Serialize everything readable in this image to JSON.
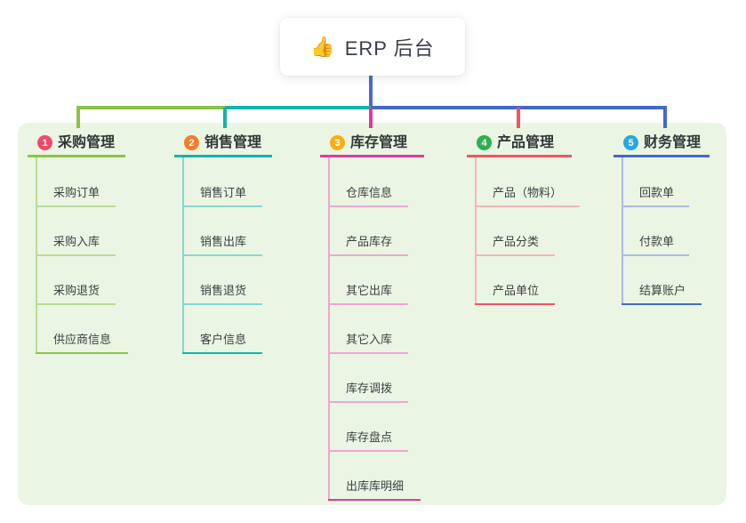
{
  "root": {
    "icon": "thumbs-up-icon",
    "icon_glyph": "👍",
    "label": "ERP 后台"
  },
  "connector": {
    "stem_color": "#4a68d0"
  },
  "branches": [
    {
      "num": "1",
      "label": "采购管理",
      "color": "#8bc34a",
      "light_color": "#b9dc94",
      "badge_color": "#f2486b",
      "children": [
        "采购订单",
        "采购入库",
        "采购退货",
        "供应商信息"
      ]
    },
    {
      "num": "2",
      "label": "销售管理",
      "color": "#17b3aa",
      "light_color": "#86d8d2",
      "badge_color": "#f57c2d",
      "children": [
        "销售订单",
        "销售出库",
        "销售退货",
        "客户信息"
      ]
    },
    {
      "num": "3",
      "label": "库存管理",
      "color": "#e03a9c",
      "light_color": "#f2a5d2",
      "badge_color": "#fbad18",
      "children": [
        "仓库信息",
        "产品库存",
        "其它出库",
        "其它入库",
        "库存调拨",
        "库存盘点",
        "出库库明细"
      ]
    },
    {
      "num": "4",
      "label": "产品管理",
      "color": "#f4545f",
      "light_color": "#f9b2b6",
      "badge_color": "#2fae53",
      "children": [
        "产品（物料）",
        "产品分类",
        "产品单位"
      ]
    },
    {
      "num": "5",
      "label": "财务管理",
      "color": "#4368cd",
      "light_color": "#a8bae8",
      "badge_color": "#2aa7e0",
      "children": [
        "回款单",
        "付款单",
        "结算账户"
      ]
    }
  ]
}
